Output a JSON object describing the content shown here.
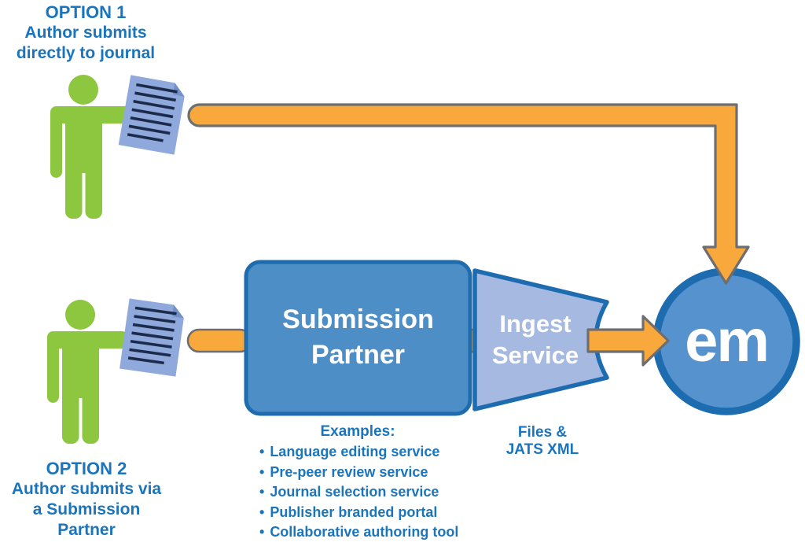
{
  "palette": {
    "background": "#ffffff",
    "text_blue": "#1B75BC",
    "person_green": "#8DC63F",
    "arrow_orange": "#F9A93C",
    "arrow_outline_gray": "#6D6E71",
    "node_blue_fill": "#4E8EC6",
    "node_blue_border": "#1E6CB0",
    "funnel_fill": "#A6B9E0",
    "em_circle_fill": "#5592CE",
    "document_fill": "#8FA9DC",
    "document_fold": "#7290C6",
    "document_lines": "#1C2B4A",
    "white_text": "#FFFFFF"
  },
  "option1": {
    "title": "OPTION 1",
    "subtitle_line1": "Author submits",
    "subtitle_line2": "directly to journal"
  },
  "option2": {
    "title": "OPTION 2",
    "subtitle_line1": "Author submits via",
    "subtitle_line2": "a Submission Partner"
  },
  "nodes": {
    "submission_partner_label": "Submission Partner",
    "ingest_service_label": "Ingest Service",
    "em_label": "em"
  },
  "examples": {
    "heading": "Examples:",
    "bullet_glyph": "•",
    "items": [
      "Language editing service",
      "Pre-peer review service",
      "Journal selection service",
      "Publisher branded portal",
      "Collaborative authoring tool"
    ]
  },
  "ingest_caption": {
    "line1": "Files &",
    "line2": "JATS XML"
  },
  "icons": {
    "author_icon": "green-person-pictogram",
    "manuscript_icon": "document-with-text-lines",
    "flow_arrow": "orange-flow-arrow"
  }
}
